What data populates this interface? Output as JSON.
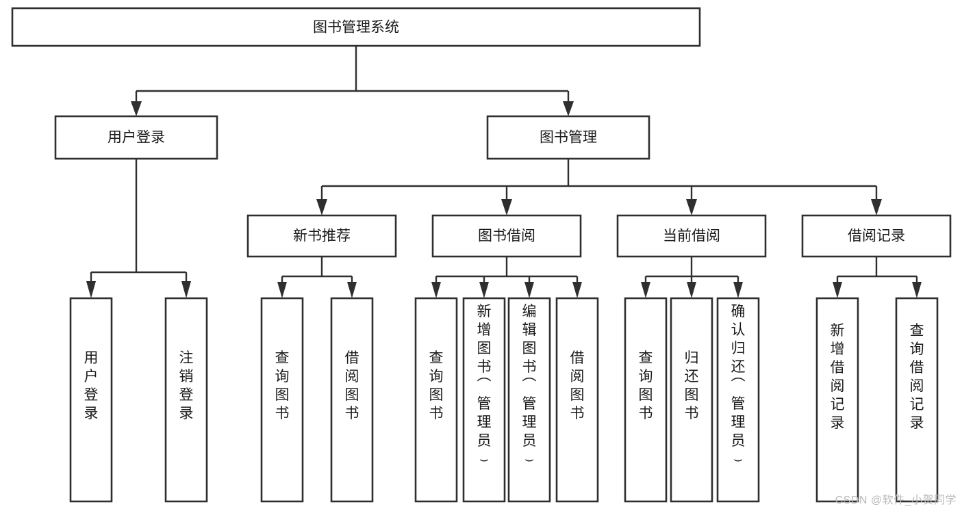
{
  "diagram": {
    "type": "tree-hierarchy",
    "title": "图书管理系统",
    "orientation": "top-down",
    "colors": {
      "box_stroke": "#2f2f2f",
      "box_fill": "#ffffff",
      "connector": "#2f2f2f",
      "text": "#1a1a1a",
      "watermark": "#b9b9b9",
      "background": "#ffffff"
    },
    "levels": [
      {
        "level": 1,
        "nodes": [
          {
            "id": "root",
            "label": "图书管理系统",
            "text_orientation": "horizontal"
          }
        ]
      },
      {
        "level": 2,
        "nodes": [
          {
            "id": "user-login",
            "label": "用户登录",
            "parent": "root",
            "text_orientation": "horizontal"
          },
          {
            "id": "book-management",
            "label": "图书管理",
            "parent": "root",
            "text_orientation": "horizontal"
          }
        ]
      },
      {
        "level": 3,
        "nodes": [
          {
            "id": "new-book-recommend",
            "label": "新书推荐",
            "parent": "book-management",
            "text_orientation": "horizontal"
          },
          {
            "id": "book-borrow",
            "label": "图书借阅",
            "parent": "book-management",
            "text_orientation": "horizontal"
          },
          {
            "id": "current-borrow",
            "label": "当前借阅",
            "parent": "book-management",
            "text_orientation": "horizontal"
          },
          {
            "id": "borrow-record",
            "label": "借阅记录",
            "parent": "book-management",
            "text_orientation": "horizontal"
          }
        ]
      },
      {
        "level": 4,
        "nodes": [
          {
            "id": "leaf-user-login",
            "label": "用户登录",
            "parent": "user-login",
            "text_orientation": "vertical"
          },
          {
            "id": "leaf-logout",
            "label": "注销登录",
            "parent": "user-login",
            "text_orientation": "vertical"
          },
          {
            "id": "leaf-query-book-1",
            "label": "查询图书",
            "parent": "new-book-recommend",
            "text_orientation": "vertical"
          },
          {
            "id": "leaf-borrow-book-1",
            "label": "借阅图书",
            "parent": "new-book-recommend",
            "text_orientation": "vertical"
          },
          {
            "id": "leaf-query-book-2",
            "label": "查询图书",
            "parent": "book-borrow",
            "text_orientation": "vertical"
          },
          {
            "id": "leaf-add-book",
            "label": "新增图书（管理员）",
            "parent": "book-borrow",
            "text_orientation": "vertical"
          },
          {
            "id": "leaf-edit-book",
            "label": "编辑图书（管理员）",
            "parent": "book-borrow",
            "text_orientation": "vertical"
          },
          {
            "id": "leaf-borrow-book-2",
            "label": "借阅图书",
            "parent": "book-borrow",
            "text_orientation": "vertical"
          },
          {
            "id": "leaf-query-book-3",
            "label": "查询图书",
            "parent": "current-borrow",
            "text_orientation": "vertical"
          },
          {
            "id": "leaf-return-book",
            "label": "归还图书",
            "parent": "current-borrow",
            "text_orientation": "vertical"
          },
          {
            "id": "leaf-confirm-return",
            "label": "确认归还（管理员）",
            "parent": "current-borrow",
            "text_orientation": "vertical"
          },
          {
            "id": "leaf-add-record",
            "label": "新增借阅记录",
            "parent": "borrow-record",
            "text_orientation": "vertical"
          },
          {
            "id": "leaf-query-record",
            "label": "查询借阅记录",
            "parent": "borrow-record",
            "text_orientation": "vertical"
          }
        ]
      }
    ]
  },
  "watermark": {
    "text": "CSDN @软件_小贺同学"
  }
}
